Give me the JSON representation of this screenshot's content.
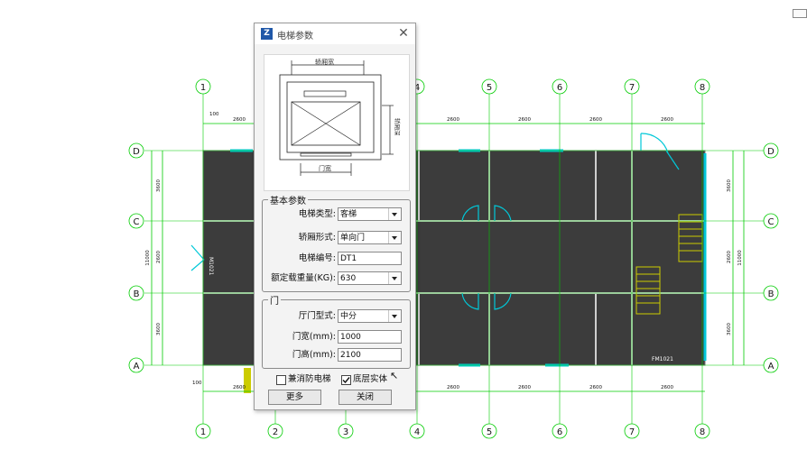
{
  "dialog": {
    "title": "电梯参数",
    "preview": {
      "car_width_label": "轿厢宽",
      "door_width_label": "门宽",
      "car_depth_label": "轿厢深"
    },
    "basic_group": {
      "legend": "基本参数",
      "elevator_type": {
        "label": "电梯类型:",
        "value": "客梯"
      },
      "car_form": {
        "label": "轿厢形式:",
        "value": "单向门"
      },
      "elevator_number": {
        "label": "电梯编号:",
        "value": "DT1"
      },
      "rated_load": {
        "label": "额定载重量(KG):",
        "value": "630"
      }
    },
    "door_group": {
      "legend": "门",
      "door_type": {
        "label": "厅门型式:",
        "value": "中分"
      },
      "door_width": {
        "label": "门宽(mm):",
        "value": "1000"
      },
      "door_height": {
        "label": "门高(mm):",
        "value": "2100"
      }
    },
    "fire_elevator": {
      "label": "兼消防电梯",
      "checked": false
    },
    "base_solid": {
      "label": "底层实体",
      "checked": true
    },
    "more_button": "更多",
    "close_button": "关闭"
  },
  "plan": {
    "column_axes": [
      "1",
      "2",
      "3",
      "4",
      "5",
      "6",
      "7",
      "8"
    ],
    "row_axes": [
      "A",
      "B",
      "C",
      "D"
    ],
    "bay_dimensions": [
      "2600",
      "2600",
      "2600",
      "2600",
      "2600",
      "2600",
      "2600"
    ],
    "row_dimensions": [
      "3600",
      "2600",
      "3600"
    ],
    "total_dimension": "11000",
    "edge_offset": "100",
    "window_label": "FM1021"
  },
  "colors": {
    "accent": "#1f57a8",
    "dimension_line": "#00cc00",
    "wall_fill": "#3c3c3c",
    "door": "#00c8d8",
    "stair": "#cccc00"
  }
}
